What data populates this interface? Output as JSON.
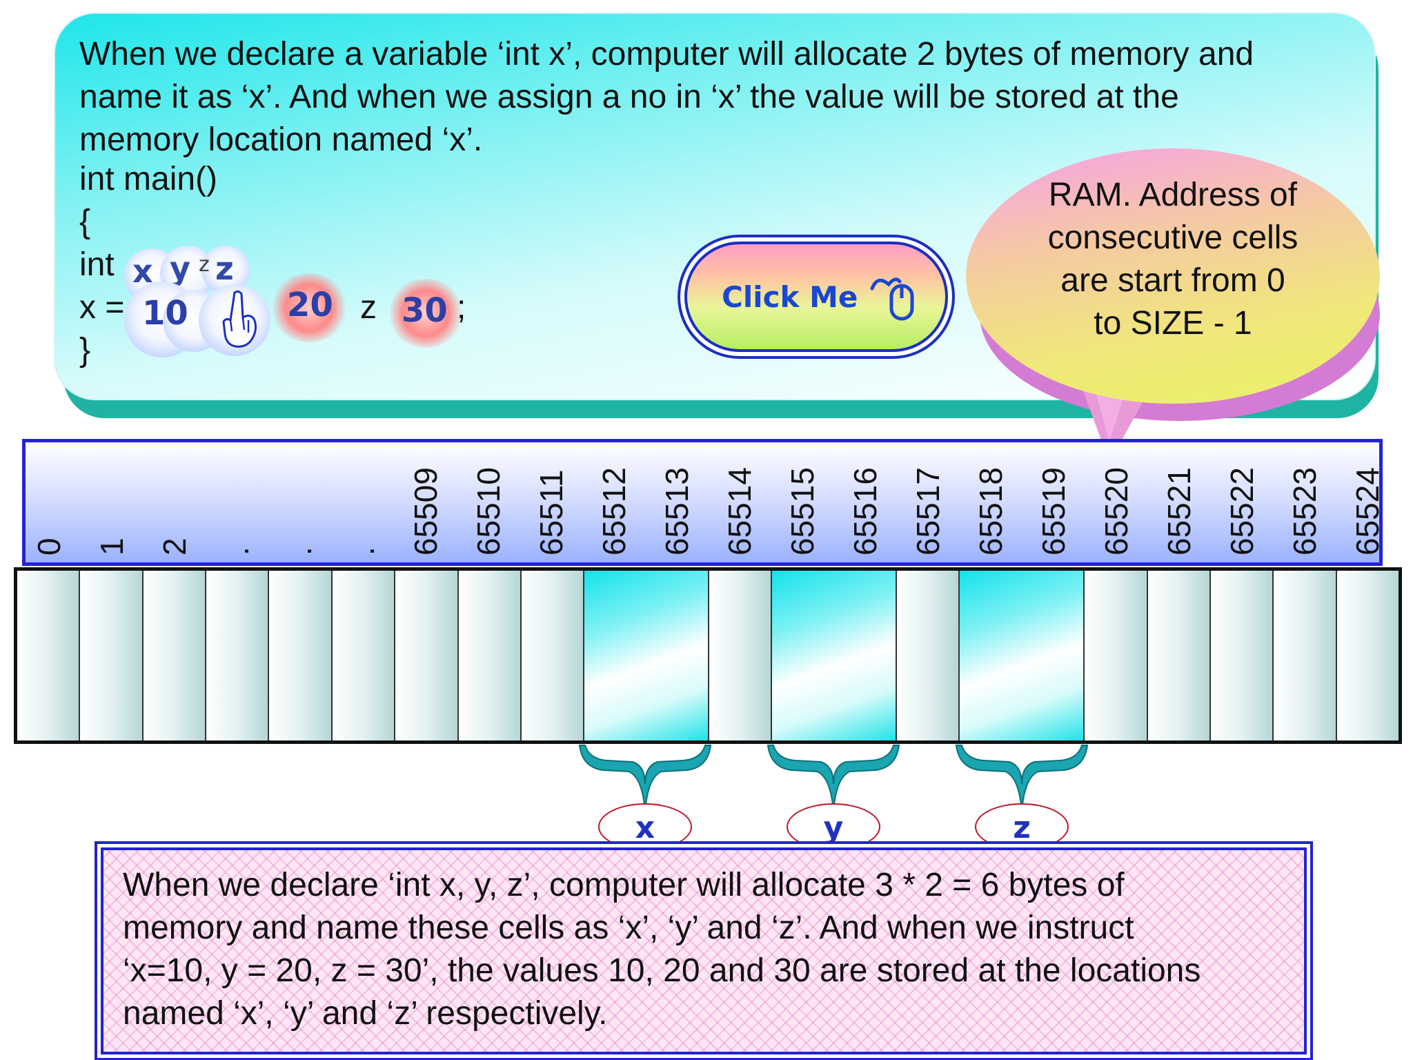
{
  "intro": {
    "line1": "When we declare a variable ‘int x’, computer will allocate 2 bytes of memory and",
    "line2": "name it as ‘x’. And when we assign a no in ‘x’ the value will be stored at the",
    "line3": "memory location named ‘x’."
  },
  "code": {
    "main": "int main()",
    "open": "{",
    "decl_prefix": "int",
    "assign_prefix": "x =",
    "z_label": "z",
    "semicolon": ";",
    "close": "}",
    "var_x": "x",
    "var_y": "y",
    "var_z_small": "z",
    "var_z": "z",
    "val_10": "10",
    "val_20": "20",
    "val_30": "30"
  },
  "button": {
    "label": "Click Me",
    "icon": "mouse-icon"
  },
  "ram_callout": {
    "line1": "RAM. Address of",
    "line2": "consecutive cells",
    "line3": "are start from 0",
    "line4": "to SIZE - 1"
  },
  "addresses": [
    "0",
    "1",
    "2",
    ".",
    ".",
    ".",
    "65509",
    "65510",
    "65511",
    "65512",
    "65513",
    "65514",
    "65515",
    "65516",
    "65517",
    "65518",
    "65519",
    "65520",
    "65521",
    "65522",
    "65523",
    "65524"
  ],
  "memory": {
    "cell_count": 22,
    "allocations": [
      {
        "name": "x",
        "start_index": 9
      },
      {
        "name": "y",
        "start_index": 12
      },
      {
        "name": "z",
        "start_index": 15
      }
    ]
  },
  "summary": {
    "line1": "When we declare ‘int x, y, z’, computer will allocate 3 * 2 = 6 bytes of",
    "line2": "memory and name these cells as ‘x’, ‘y’ and ‘z’. And when we instruct",
    "line3": "‘x=10, y = 20, z = 30’, the values 10, 20 and 30 are stored at the locations",
    "line4": "named ‘x’, ‘y’ and ‘z’ respectively."
  },
  "colors": {
    "panel_border": "#2323d6",
    "value_text": "#2b3fa6",
    "label_text": "#2030c0",
    "ellipse_border": "#c0142a",
    "brace_fill": "#1aa5b0"
  }
}
